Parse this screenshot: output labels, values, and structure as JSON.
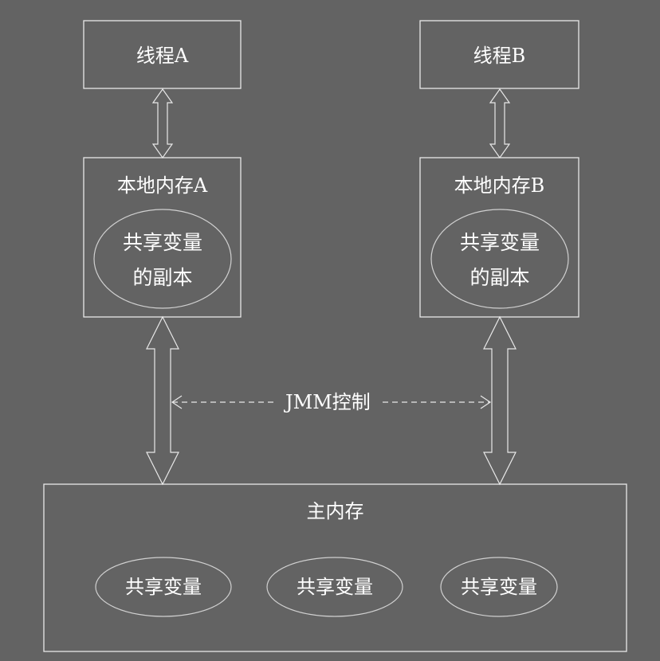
{
  "thread_a": {
    "label": "线程A"
  },
  "thread_b": {
    "label": "线程B"
  },
  "local_memory_a": {
    "label": "本地内存A",
    "copy_label_line1": "共享变量",
    "copy_label_line2": "的副本"
  },
  "local_memory_b": {
    "label": "本地内存B",
    "copy_label_line1": "共享变量",
    "copy_label_line2": "的副本"
  },
  "jmm_control": {
    "label": "JMM控制"
  },
  "main_memory": {
    "label": "主内存",
    "shared_variables": [
      "共享变量",
      "共享变量",
      "共享变量"
    ]
  },
  "colors": {
    "background": "#636363",
    "stroke": "#ffffff",
    "text": "#ffffff"
  }
}
